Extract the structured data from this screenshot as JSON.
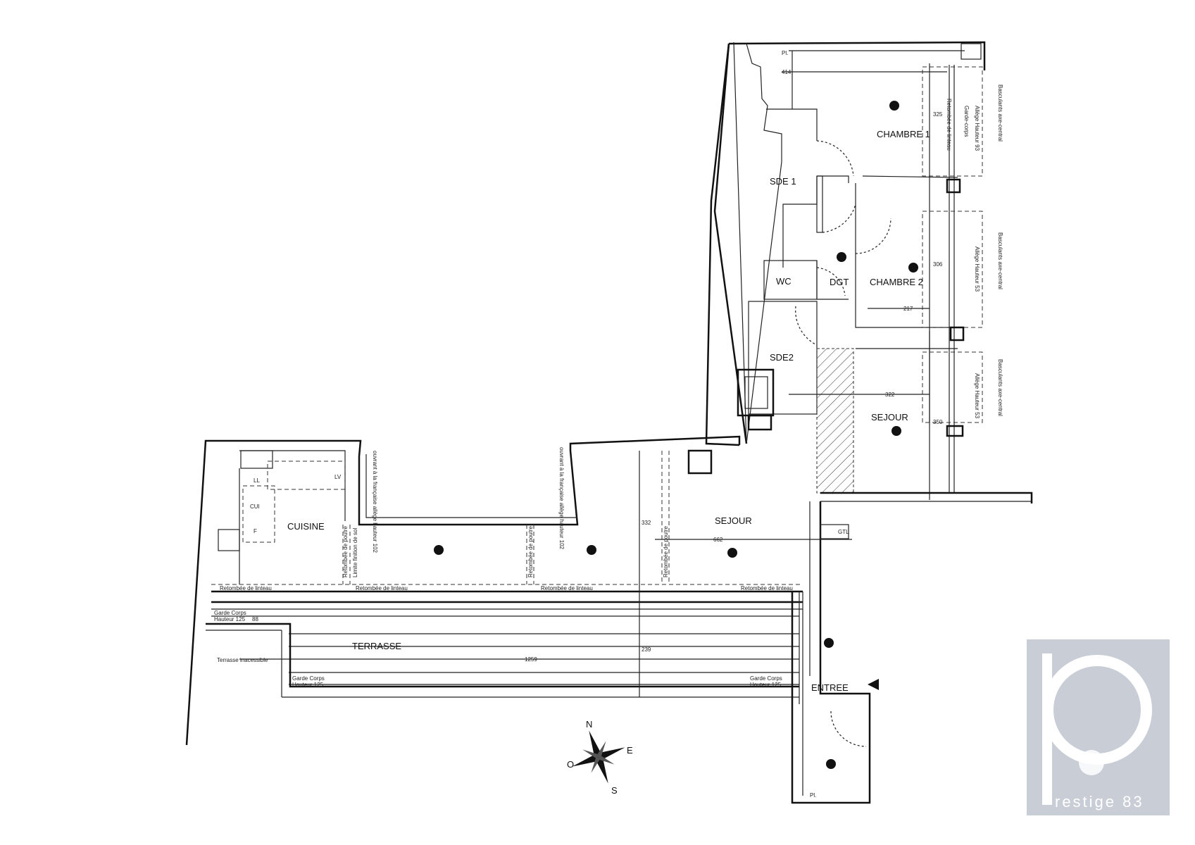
{
  "rooms": {
    "chambre1": "CHAMBRE 1",
    "sde1": "SDE 1",
    "wc": "WC",
    "dgt": "DGT",
    "chambre2": "CHAMBRE 2",
    "sde2": "SDE2",
    "sejour_right": "SEJOUR",
    "sejour_main": "SEJOUR",
    "cuisine": "CUISINE",
    "terrasse": "TERRASSE",
    "entree": "ENTREE",
    "terrasse_inaccessible": "Terrasse inacessible"
  },
  "dimensions": {
    "chambre1_width": "414",
    "chambre1_height": "325",
    "chambre2_width": "217",
    "chambre2_height": "306",
    "sejour_right_width": "322",
    "sejour_right_height": "350",
    "sejour_width": "662",
    "sejour_height": "332",
    "terrasse_width": "1259",
    "terrasse_height": "239",
    "garde_corps_left": "88"
  },
  "annotations": {
    "pl_top": "Pl.",
    "pl_bottom": "Pl.",
    "gtl": "GTL",
    "lv": "LV",
    "ll": "LL",
    "cui": "CUI",
    "f": "F",
    "basculants": "Basculants axe-central",
    "allege_1": "Allège Hauteur 93",
    "allege_2": "Allège Hauteur 53",
    "allege_3": "Allège Hauteur 53",
    "garde_corps_v": "Garde-corps",
    "retombee_linteau_v": "Retombée de linteau",
    "ouvrant": "ouvrant à la française allège hauteur 102",
    "retombee_poutre": "Retombée de poutre",
    "limite_finition": "Limite finition de sol",
    "retombee_linteau_h": [
      "Retombée de linteau",
      "Retombée de linteau",
      "Retombée de linteau",
      "Retombée de linteau"
    ],
    "garde_corps_1": "Garde Corps",
    "hauteur_1": "Hauteur 125",
    "garde_corps_2": "Garde Corps",
    "hauteur_2": "Hauteur 125",
    "garde_corps_3": "Garde Corps",
    "hauteur_3": "Hauteur 125"
  },
  "compass": {
    "n": "N",
    "e": "E",
    "s": "S",
    "o": "O"
  },
  "logo": {
    "text": "restige 83",
    "letter": "p"
  },
  "colors": {
    "wall": "#111111",
    "hatch": "#333333",
    "logo_bg": "#c9ced6"
  }
}
